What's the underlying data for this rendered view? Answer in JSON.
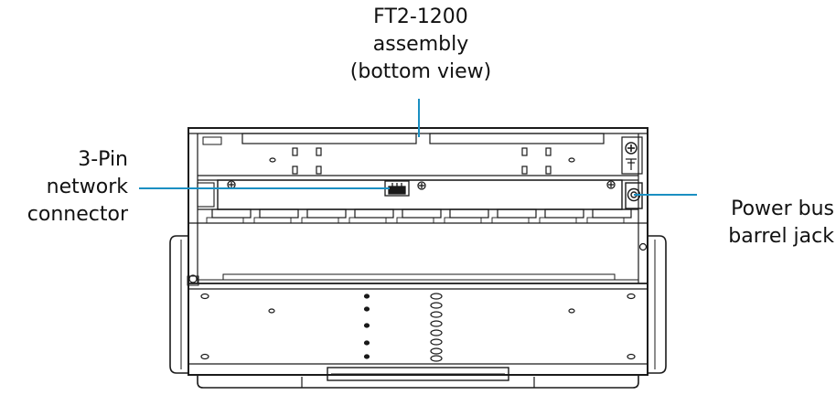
{
  "callouts": {
    "assembly": {
      "lines": [
        "FT2-1200",
        "assembly",
        "(bottom view)"
      ]
    },
    "network_connector": {
      "lines": [
        "3-Pin",
        "network",
        "connector"
      ]
    },
    "power_jack": {
      "lines": [
        "Power bus",
        "barrel jack"
      ]
    }
  },
  "colors": {
    "leader_line": "#1a8fc2",
    "outline": "#1a1a1a"
  }
}
